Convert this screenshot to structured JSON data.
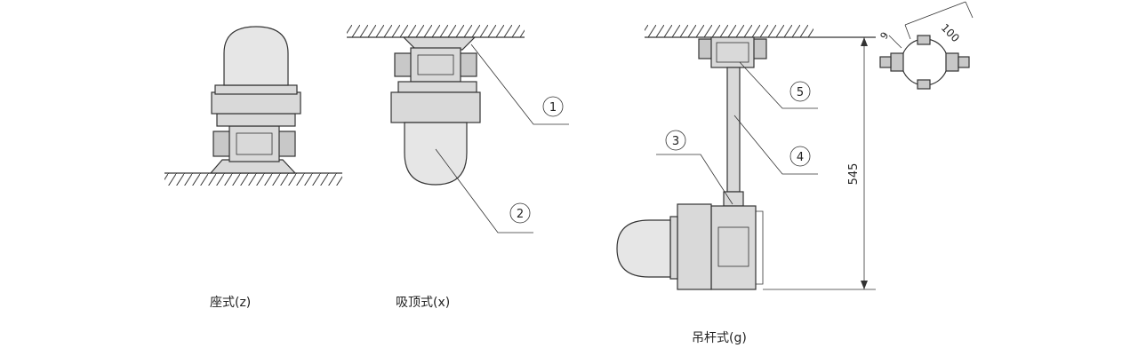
{
  "captions": {
    "seat": "座式(z)",
    "ceiling": "吸顶式(x)",
    "pendant": "吊杆式(g)"
  },
  "callouts": [
    "1",
    "2",
    "3",
    "4",
    "5"
  ],
  "dimensions": {
    "height": "545",
    "pitch": "100",
    "bolt": "9"
  }
}
